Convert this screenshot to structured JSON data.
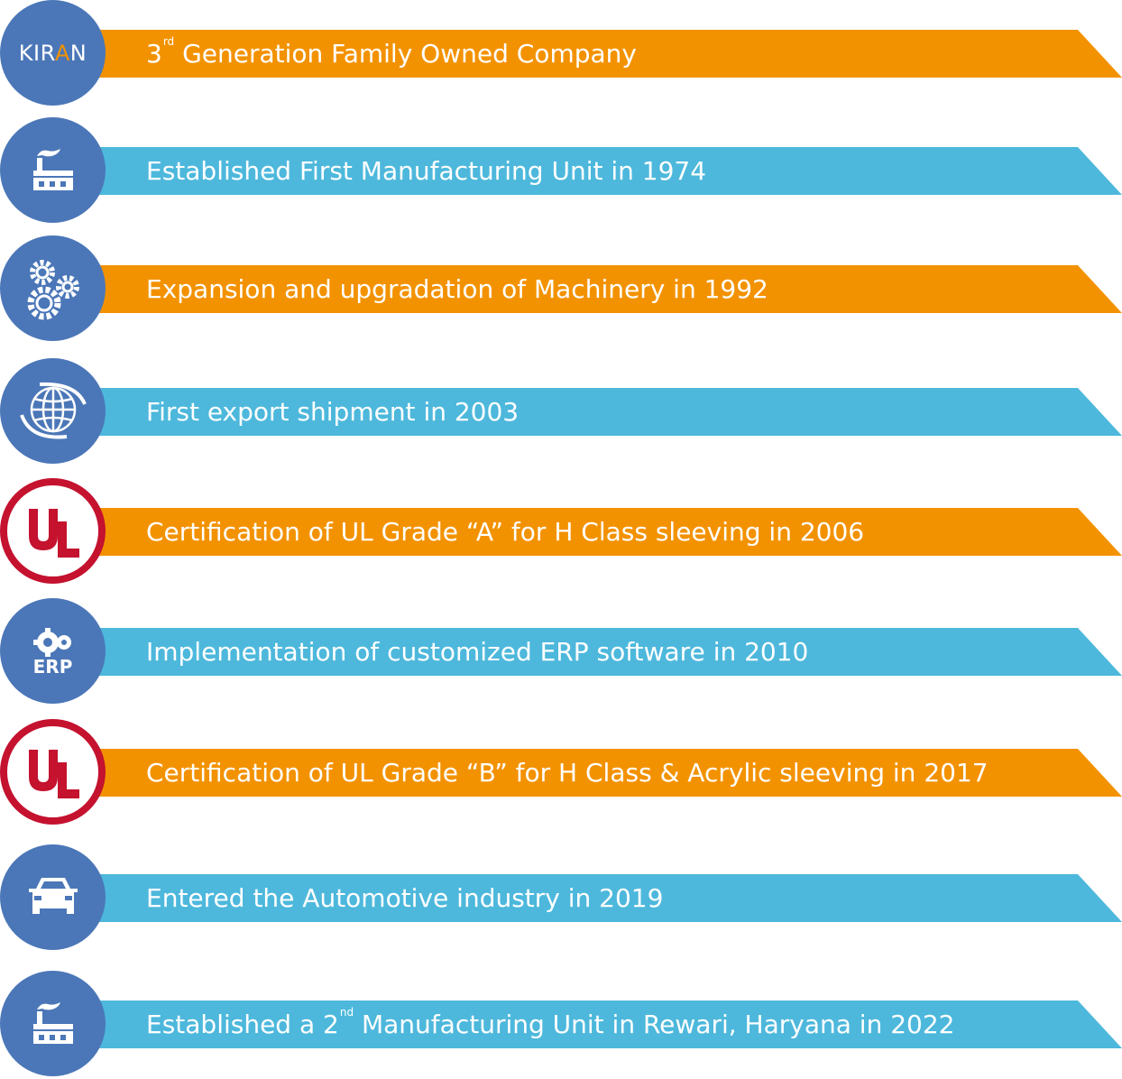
{
  "milestones": [
    {
      "text_pre": "3",
      "sup": "rd",
      "text_post": " Generation Family Owned Company",
      "color": "orange",
      "icon": "kiran-logo-icon"
    },
    {
      "text": "Established First Manufacturing Unit in 1974",
      "color": "blue",
      "icon": "factory-icon"
    },
    {
      "text": "Expansion and upgradation of Machinery in 1992",
      "color": "orange",
      "icon": "gears-icon"
    },
    {
      "text": "First export shipment in 2003",
      "color": "blue",
      "icon": "globe-icon"
    },
    {
      "text": "Certification of UL Grade “A” for H Class sleeving in 2006",
      "color": "orange",
      "icon": "ul-icon"
    },
    {
      "text": "Implementation of customized ERP software in 2010",
      "color": "blue",
      "icon": "erp-icon"
    },
    {
      "text": "Certification of UL Grade “B” for H Class & Acrylic sleeving in 2017",
      "color": "orange",
      "icon": "ul-icon"
    },
    {
      "text": "Entered the Automotive industry in 2019",
      "color": "blue",
      "icon": "car-icon"
    },
    {
      "text_pre": "Established a 2",
      "sup": "nd",
      "text_post": " Manufacturing Unit in Rewari, Haryana in 2022",
      "color": "blue",
      "icon": "factory-icon"
    }
  ],
  "logo": {
    "text_pre": "KIR",
    "accent": "A",
    "text_post": "N"
  },
  "ul_mark": "UL",
  "erp_mark": "ERP",
  "colors": {
    "orange": "#f39200",
    "blue": "#4db8dc",
    "circle": "#4b77b8",
    "ul_red": "#c4122f"
  }
}
